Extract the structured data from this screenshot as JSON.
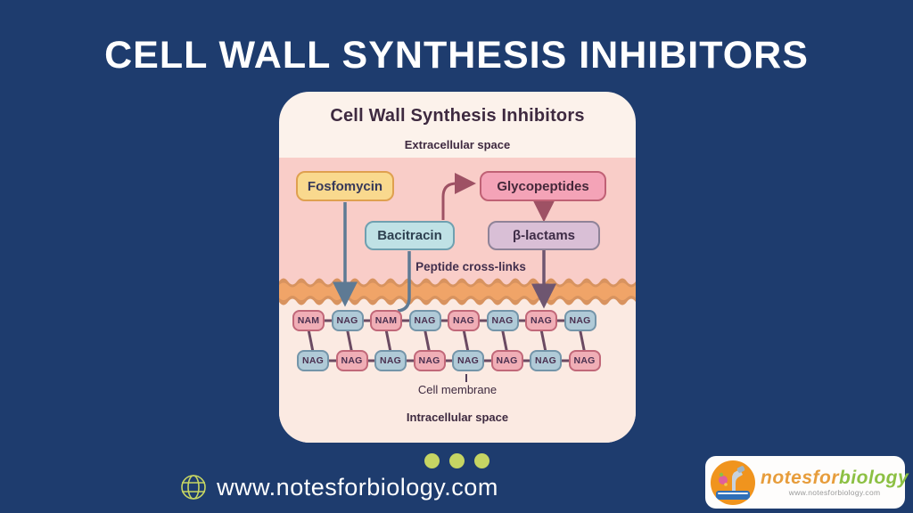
{
  "page": {
    "title": "CELL WALL SYNTHESIS INHIBITORS"
  },
  "card": {
    "title": "Cell Wall Synthesis Inhibitors",
    "labels": {
      "extracellular": "Extracellular space",
      "peptide_crosslinks": "Peptide cross-links",
      "cell_membrane": "Cell membrane",
      "intracellular": "Intracellular space"
    },
    "drugs": [
      {
        "name": "Fosfomycin",
        "fill": "#f9d98e",
        "border": "#dfa04f"
      },
      {
        "name": "Glycopeptides",
        "fill": "#f4a3b7",
        "border": "#c06175"
      },
      {
        "name": "Bacitracin",
        "fill": "#bfe1e5",
        "border": "#6fa0b0"
      },
      {
        "name": "β-lactams",
        "fill": "#d9bfd6",
        "border": "#8f8398"
      }
    ],
    "arrows": [
      {
        "from": "Fosfomycin",
        "to": "cell wall lattice"
      },
      {
        "from": "Bacitracin",
        "to": "cell wall lattice"
      },
      {
        "from": "Bacitracin",
        "to": "Glycopeptides"
      },
      {
        "from": "Glycopeptides",
        "to": "β-lactams"
      },
      {
        "from": "β-lactams",
        "to": "cell wall lattice"
      }
    ],
    "lattice": {
      "top_row": [
        {
          "label": "NAM",
          "color": "pink"
        },
        {
          "label": "NAG",
          "color": "blue"
        },
        {
          "label": "NAM",
          "color": "pink"
        },
        {
          "label": "NAG",
          "color": "blue"
        },
        {
          "label": "NAG",
          "color": "pink"
        },
        {
          "label": "NAG",
          "color": "blue"
        },
        {
          "label": "NAG",
          "color": "pink"
        },
        {
          "label": "NAG",
          "color": "blue"
        }
      ],
      "bottom_row": [
        {
          "label": "NAG",
          "color": "blue"
        },
        {
          "label": "NAG",
          "color": "pink"
        },
        {
          "label": "NAG",
          "color": "blue"
        },
        {
          "label": "NAG",
          "color": "pink"
        },
        {
          "label": "NAG",
          "color": "blue"
        },
        {
          "label": "NAG",
          "color": "pink"
        },
        {
          "label": "NAG",
          "color": "blue"
        },
        {
          "label": "NAG",
          "color": "pink"
        }
      ]
    }
  },
  "footer": {
    "website": "www.notesforbiology.com"
  },
  "logo": {
    "brand_part1": "notesfor",
    "brand_part2": "biology",
    "url": "www.notesforbiology.com"
  },
  "colors": {
    "background": "#1e3c6e",
    "card_cream": "#fcf2eb",
    "extracellular_pink": "#f9cdc8",
    "intracellular_cream": "#fbeae2",
    "membrane_orange": "#f0a468",
    "membrane_edge": "#d8935f",
    "lattice_pink_fill": "#f0aeb6",
    "lattice_pink_border": "#c16879",
    "lattice_blue_fill": "#b0cad7",
    "lattice_blue_border": "#7495a9",
    "connector": "#6b4a62",
    "arrow_bluegray": "#5e7a94",
    "arrow_maroon": "#9e5164",
    "arrow_plum": "#6e5670",
    "accent_dots": "#c6d563",
    "brand_orange_circle": "#f0941e"
  }
}
